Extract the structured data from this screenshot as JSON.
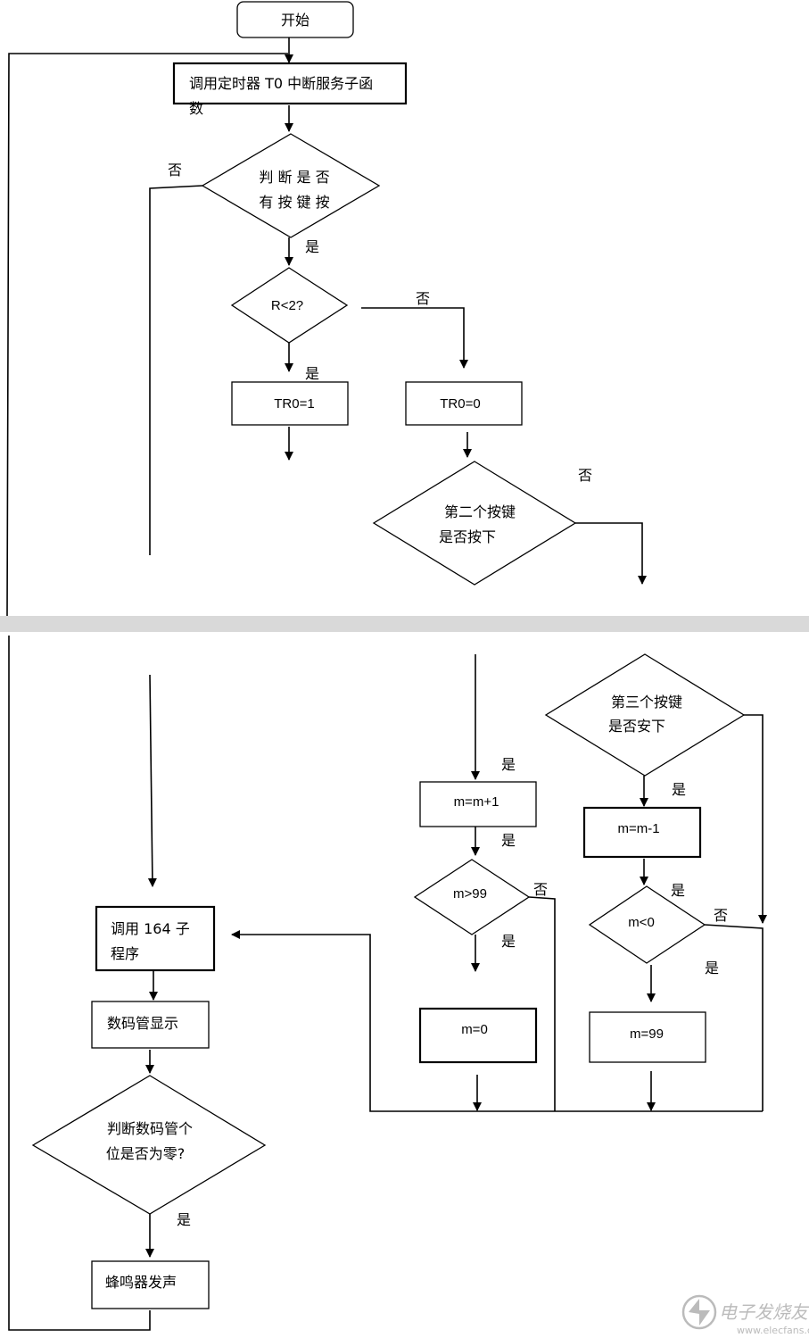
{
  "nodes": {
    "start": "开始",
    "call_timer_line1": "调用定时器 T0 中断服务子函",
    "call_timer_line2": "数",
    "key_pressed_line1": "判 断 是 否",
    "key_pressed_line2": "有 按 键 按",
    "r_lt_2": "R<2?",
    "tr0_1": "TR0=1",
    "tr0_0": "TR0=0",
    "second_key_line1": "第二个按键",
    "second_key_line2": "是否按下",
    "third_key_line1": "第三个按键",
    "third_key_line2": "是否安下",
    "m_inc": "m=m+1",
    "m_gt_99": "m>99",
    "m_reset_0": "m=0",
    "m_dec": "m=m-1",
    "m_lt_0": "m<0",
    "m_set_99": "m=99",
    "call_164_line1": "调用  164  子",
    "call_164_line2": "程序",
    "display": "数码管显示",
    "digit_zero_line1": "判断数码管个",
    "digit_zero_line2": "位是否为零?",
    "buzzer": "蜂鸣器发声"
  },
  "labels": {
    "yes": "是",
    "no": "否"
  },
  "watermark": {
    "text": "电子发烧友",
    "url": "www.elecfans.com"
  },
  "colors": {
    "line": "#000000",
    "separator": "#d9d9d9",
    "watermark": "#bbbbbb"
  }
}
